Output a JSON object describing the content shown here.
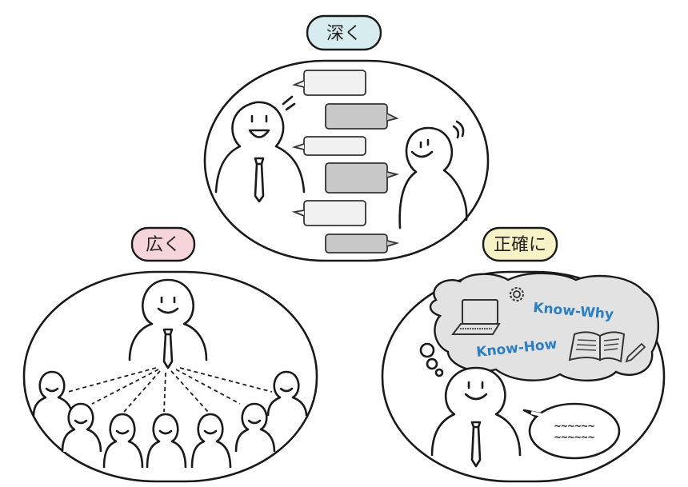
{
  "labels": {
    "deep": "深く",
    "wide": "広く",
    "accurate": "正確に"
  },
  "thought": {
    "know_why": "Know-Why",
    "know_how": "Know-How"
  },
  "speech": {
    "line1": "~~~~~~",
    "line2": "~~~~~~"
  },
  "colors": {
    "deep_pill": "#d6ecef",
    "wide_pill": "#f6d5da",
    "accurate_pill": "#f8f3c6",
    "bubble_light": "#f1f1f1",
    "bubble_dark": "#c8c8c8",
    "thought_cloud": "#e2e2e2",
    "know_text": "#2b7ec1"
  }
}
